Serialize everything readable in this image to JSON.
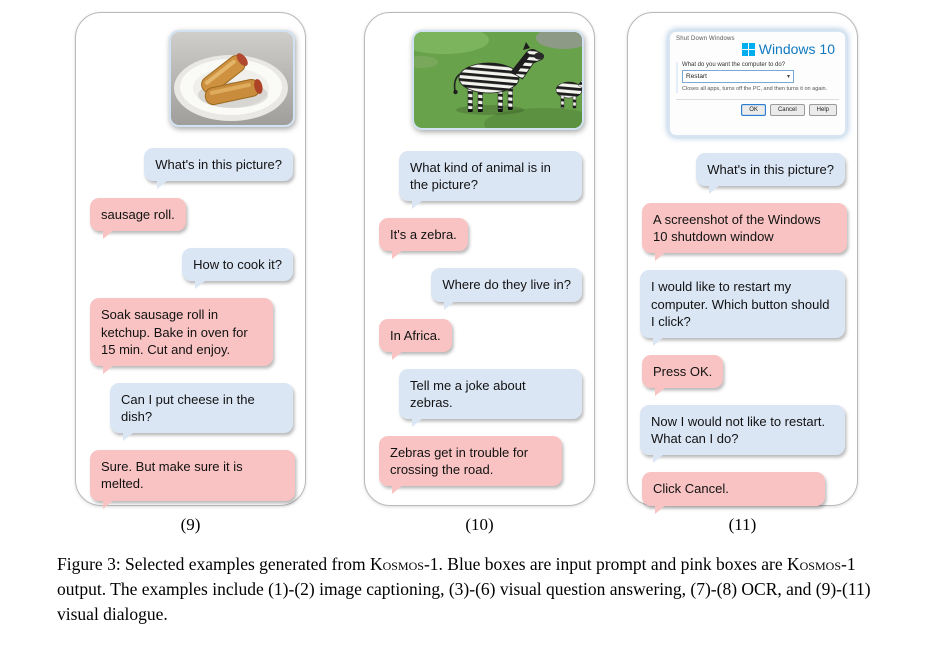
{
  "panels": [
    {
      "label": "(9)",
      "messages": [
        {
          "role": "input",
          "text": "What's in this picture?"
        },
        {
          "role": "output",
          "text": "sausage roll."
        },
        {
          "role": "input",
          "text": "How to cook it?"
        },
        {
          "role": "output",
          "text": "Soak sausage roll in ketchup. Bake in oven for 15 min. Cut and enjoy."
        },
        {
          "role": "input",
          "text": "Can I put cheese in the dish?"
        },
        {
          "role": "output",
          "text": "Sure. But make sure it is melted."
        }
      ]
    },
    {
      "label": "(10)",
      "messages": [
        {
          "role": "input",
          "text": "What kind of animal is in the picture?"
        },
        {
          "role": "output",
          "text": "It's a zebra."
        },
        {
          "role": "input",
          "text": "Where do they live in?"
        },
        {
          "role": "output",
          "text": "In Africa."
        },
        {
          "role": "input",
          "text": "Tell me a joke about zebras."
        },
        {
          "role": "output",
          "text": "Zebras get in trouble for crossing the road."
        }
      ]
    },
    {
      "label": "(11)",
      "messages": [
        {
          "role": "input",
          "text": "What's in this picture?"
        },
        {
          "role": "output",
          "text": "A screenshot of the Windows 10 shutdown window"
        },
        {
          "role": "input",
          "text": "I would like to restart my computer. Which button should I click?"
        },
        {
          "role": "output",
          "text": "Press OK."
        },
        {
          "role": "input",
          "text": "Now I would not like to restart. What can I do?"
        },
        {
          "role": "output",
          "text": "Click Cancel."
        }
      ],
      "screenshot": {
        "window_title": "Shut Down Windows",
        "brand": "Windows 10",
        "prompt": "What do you want the computer to do?",
        "selected_option": "Restart",
        "caret": "▾",
        "description": "Closes all apps, turns off the PC, and then turns it on again.",
        "buttons": [
          "OK",
          "Cancel",
          "Help"
        ]
      }
    }
  ],
  "caption": {
    "p1": "Figure 3: Selected examples generated from ",
    "k1": "Kosmos-1",
    "p2": ". Blue boxes are input prompt and pink boxes are ",
    "k2": "Kosmos-1",
    "p3": " output. The examples include (1)-(2) image captioning, (3)-(6) visual question answering, (7)-(8) OCR, and (9)-(11) visual dialogue."
  },
  "colors": {
    "input_bubble": "#dbe6f5",
    "output_bubble": "#f8c3c2",
    "windows_brand_blue": "#1079c0",
    "windows_logo_blue": "#00adef"
  }
}
